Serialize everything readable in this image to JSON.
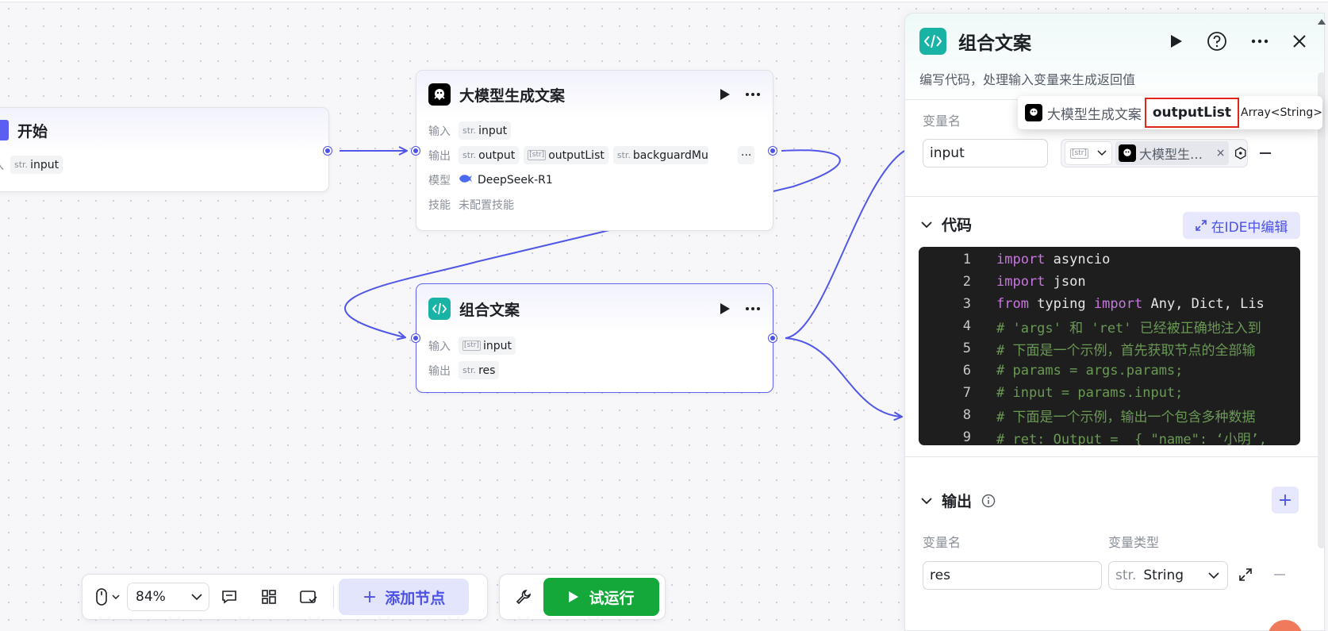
{
  "canvas": {
    "start_node": {
      "title": "开始",
      "input_label_partial": "入",
      "input_type": "str.",
      "input_name": "input"
    },
    "llm_node": {
      "title": "大模型生成文案",
      "input_label": "输入",
      "input_type": "str.",
      "input_name": "input",
      "output_label": "输出",
      "outputs": [
        {
          "type": "str.",
          "name": "output"
        },
        {
          "type": "[str]",
          "name": "outputList"
        },
        {
          "type": "str.",
          "name": "backguardMu"
        }
      ],
      "more": "···",
      "model_label": "模型",
      "model_name": "DeepSeek-R1",
      "skill_label": "技能",
      "skill_value": "未配置技能"
    },
    "code_node": {
      "title": "组合文案",
      "input_label": "输入",
      "input_type": "[str]",
      "input_name": "input",
      "output_label": "输出",
      "output_type": "str.",
      "output_name": "res"
    }
  },
  "toolbar": {
    "zoom": "84%",
    "add_node_label": "添加节点",
    "run_label": "试运行"
  },
  "panel": {
    "title": "组合文案",
    "description": "编写代码，处理输入变量来生成返回值",
    "input_section": {
      "var_name_label": "变量名",
      "var_name_value": "input",
      "type_tag": "[str]",
      "ref_source": "大模型生…"
    },
    "code_section": {
      "title": "代码",
      "ide_button": "在IDE中编辑",
      "lines": [
        {
          "n": "1",
          "kw": "import",
          "rest": " asyncio",
          "comment": ""
        },
        {
          "n": "2",
          "kw": "import",
          "rest": " json",
          "comment": ""
        },
        {
          "n": "3",
          "kw": "from",
          "rest": " typing ",
          "kw2": "import",
          "rest2": " Any, Dict, Lis",
          "comment": ""
        },
        {
          "n": "4",
          "comment": "# 'args' 和 'ret' 已经被正确地注入到"
        },
        {
          "n": "5",
          "comment": "# 下面是一个示例，首先获取节点的全部输"
        },
        {
          "n": "6",
          "comment": "# params = args.params;"
        },
        {
          "n": "7",
          "comment": "# input = params.input;"
        },
        {
          "n": "8",
          "comment": "# 下面是一个示例，输出一个包含多种数据"
        },
        {
          "n": "9",
          "comment": "# ret: Output =  { \"name\": ‘小明’, "
        }
      ]
    },
    "output_section": {
      "title": "输出",
      "var_name_label": "变量名",
      "var_type_label": "变量类型",
      "var_name_value": "res",
      "var_type_tag": "str.",
      "var_type_value": "String"
    }
  },
  "popover": {
    "source_node": "大模型生成文案",
    "field": "outputList",
    "type": "Array<String>"
  },
  "colors": {
    "accent": "#4c52e6",
    "code_node": "#19b3a6",
    "run_green": "#14a83b",
    "highlight_red": "#e0261b"
  }
}
